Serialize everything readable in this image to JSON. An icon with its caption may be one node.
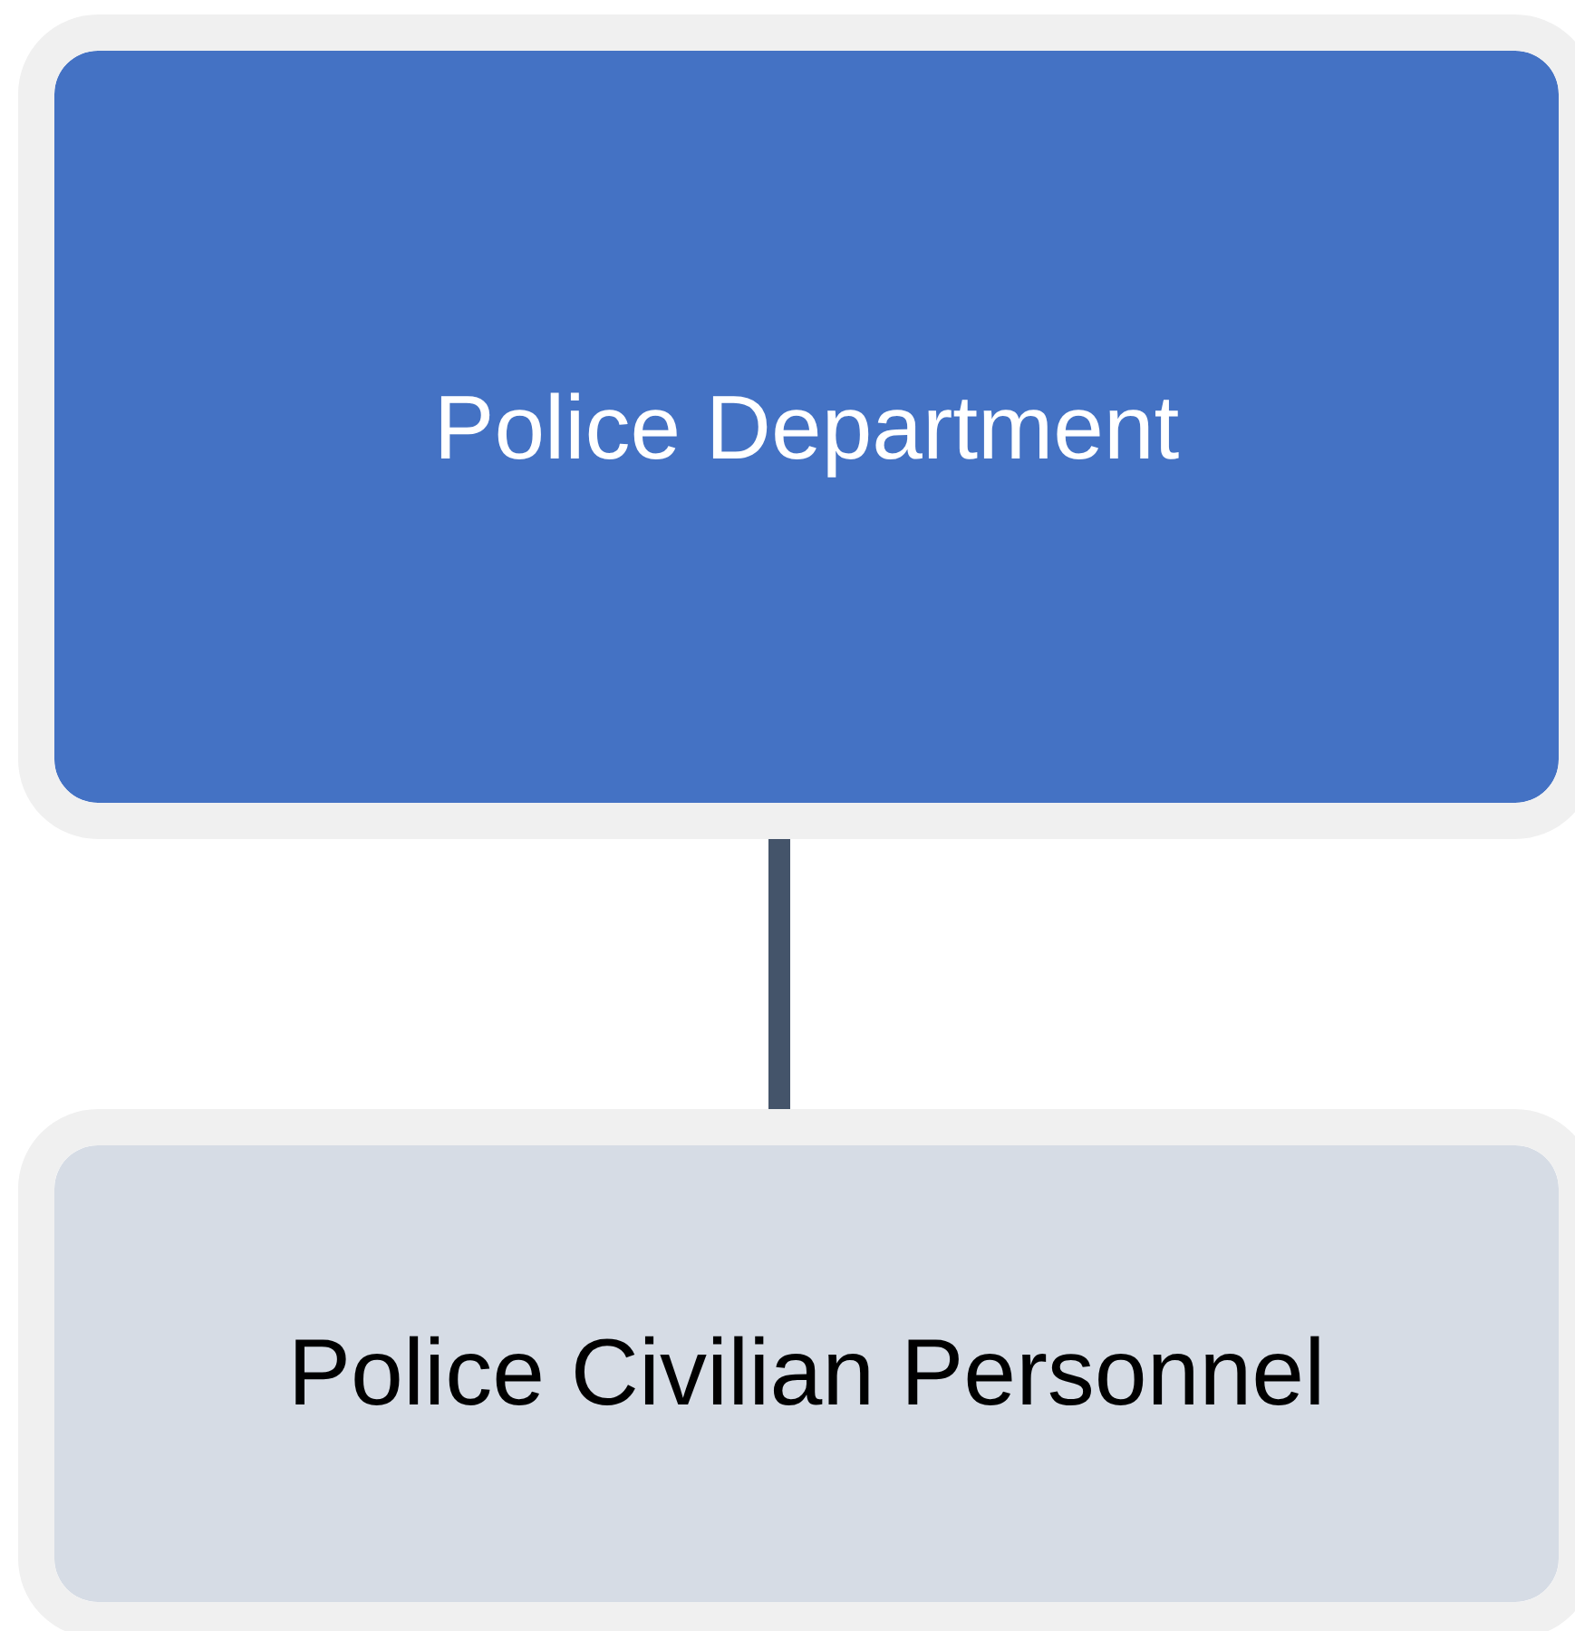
{
  "diagram": {
    "nodes": [
      {
        "text": [
          "Police Department"
        ]
      },
      {
        "text": [
          "Police Civilian Personnel"
        ]
      }
    ],
    "edges": [
      {
        "from": 0,
        "to": 1,
        "arrow": "none"
      }
    ]
  }
}
